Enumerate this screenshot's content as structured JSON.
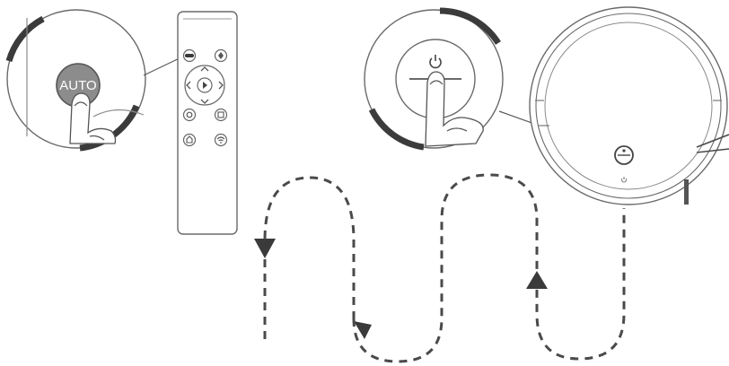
{
  "auto_button": {
    "label": "AUTO"
  },
  "colors": {
    "line": "#5a5a5a",
    "dark_arc": "#3a3a3a",
    "button_fill": "#8c8c8c",
    "path": "#4a4a4a"
  },
  "icons": [
    "remote-control",
    "robot-vacuum",
    "auto-button",
    "power-button",
    "finger",
    "direction-arrow"
  ]
}
